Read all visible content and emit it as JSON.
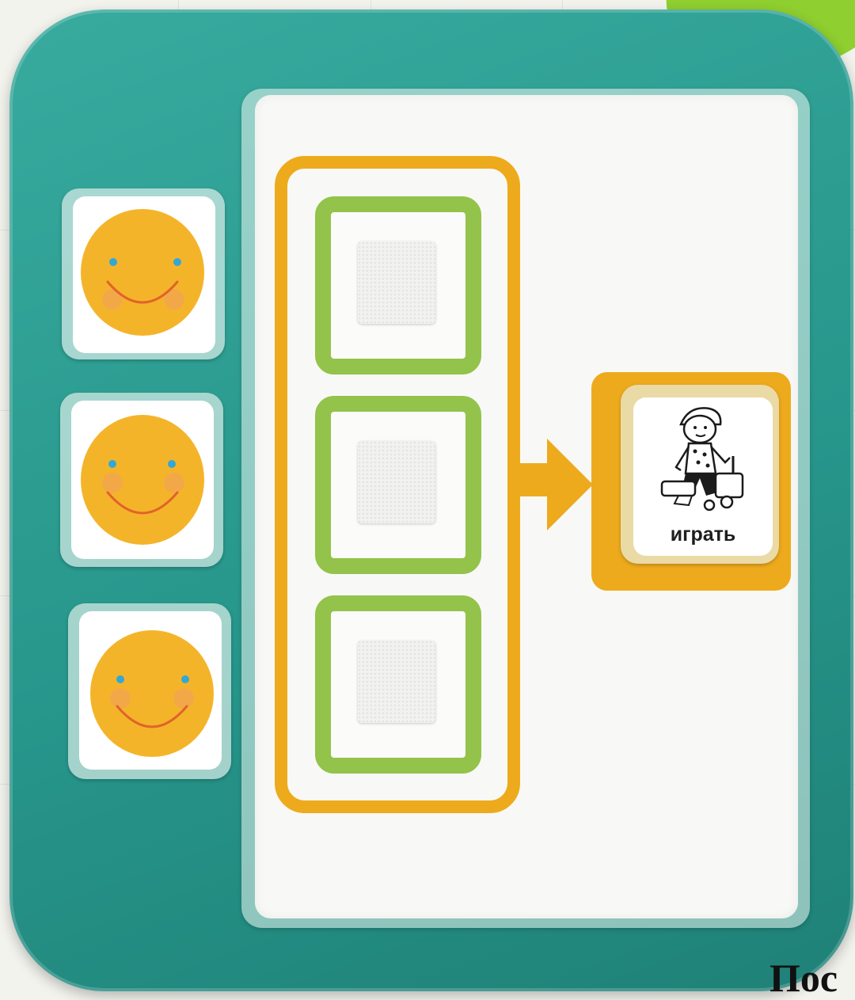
{
  "scene": {
    "board_color": "#2a9c90",
    "bracket_color": "#eeaa1d",
    "slot_color": "#93c34a",
    "smiley_color": "#f4b42a"
  },
  "token_column": {
    "tokens": [
      {
        "icon": "smiley-face-icon"
      },
      {
        "icon": "smiley-face-icon"
      },
      {
        "icon": "smiley-face-icon"
      }
    ]
  },
  "schedule": {
    "slots": [
      {
        "icon": "velcro-patch"
      },
      {
        "icon": "velcro-patch"
      },
      {
        "icon": "velcro-patch"
      }
    ],
    "reward_card": {
      "icon": "child-playing-icon",
      "label": "играть"
    }
  },
  "caption": {
    "text": "Пос"
  }
}
